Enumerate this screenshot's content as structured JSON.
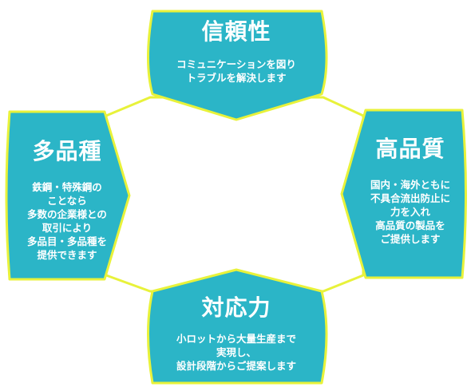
{
  "colors": {
    "panel_fill": "#2bb5c7",
    "outline": "#e8f23a",
    "text": "#ffffff"
  },
  "panels": {
    "top": {
      "title": "信頼性",
      "lines": [
        "コミュニケーションを図り",
        "トラブルを解決します"
      ]
    },
    "left": {
      "title": "多品種",
      "lines": [
        "鉄鋼・特殊鋼の",
        "ことなら",
        "多数の企業様との",
        "取引により",
        "多品目・多品種を",
        "提供できます"
      ]
    },
    "right": {
      "title": "高品質",
      "lines": [
        "国内・海外ともに",
        "不具合流出防止に",
        "力を入れ",
        "高品質の製品を",
        "ご提供します"
      ]
    },
    "bottom": {
      "title": "対応力",
      "lines": [
        "小ロットから大量生産まで",
        "実現し、",
        "設計段階からご提案します"
      ]
    }
  }
}
